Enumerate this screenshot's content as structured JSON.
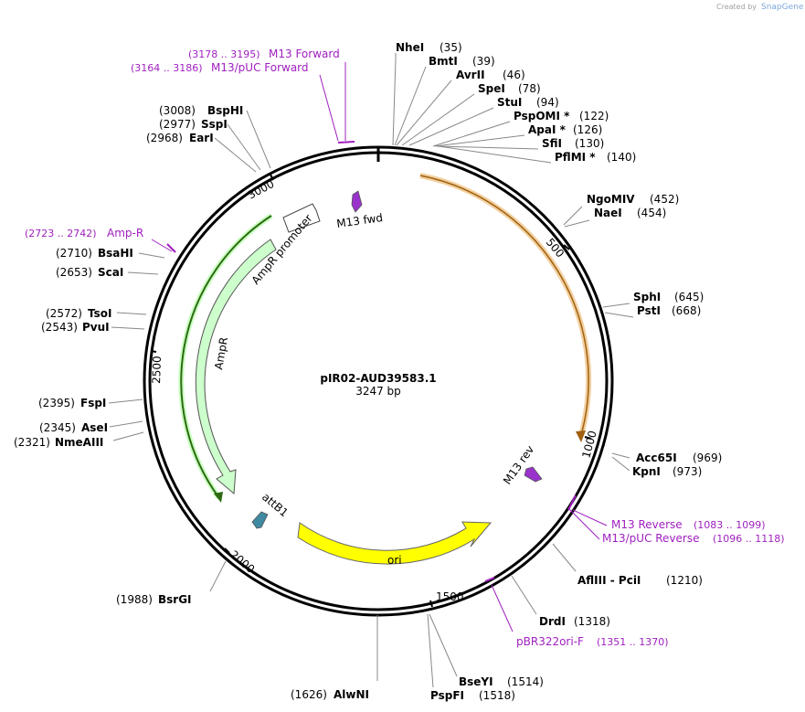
{
  "credit": {
    "created_by": "Created by",
    "brand": "SnapGene"
  },
  "plasmid": {
    "name": "pIR02-AUD39583.1",
    "length_label": "3247 bp",
    "length": 3247
  },
  "ticks": [
    {
      "label": "500",
      "pos": 500
    },
    {
      "label": "1000",
      "pos": 1000
    },
    {
      "label": "1500",
      "pos": 1500
    },
    {
      "label": "2000",
      "pos": 2000
    },
    {
      "label": "2500",
      "pos": 2500
    },
    {
      "label": "3000",
      "pos": 3000
    }
  ],
  "sites_right": [
    {
      "name": "NheI",
      "pos": "(35)",
      "bp": 35
    },
    {
      "name": "BmtI",
      "pos": "(39)",
      "bp": 39
    },
    {
      "name": "AvrII",
      "pos": "(46)",
      "bp": 46
    },
    {
      "name": "SpeI",
      "pos": "(78)",
      "bp": 78
    },
    {
      "name": "StuI",
      "pos": "(94)",
      "bp": 94
    },
    {
      "name": "PspOMI *",
      "pos": "(122)",
      "bp": 122
    },
    {
      "name": "ApaI *",
      "pos": "(126)",
      "bp": 126
    },
    {
      "name": "SfiI",
      "pos": "(130)",
      "bp": 130
    },
    {
      "name": "PflMI *",
      "pos": "(140)",
      "bp": 140
    },
    {
      "name": "NgoMIV",
      "pos": "(452)",
      "bp": 452
    },
    {
      "name": "NaeI",
      "pos": "(454)",
      "bp": 454
    },
    {
      "name": "SphI",
      "pos": "(645)",
      "bp": 645
    },
    {
      "name": "PstI",
      "pos": "(668)",
      "bp": 668
    },
    {
      "name": "Acc65I",
      "pos": "(969)",
      "bp": 969
    },
    {
      "name": "KpnI",
      "pos": "(973)",
      "bp": 973
    },
    {
      "name": "AflIII - PciI",
      "pos": "(1210)",
      "bp": 1210
    },
    {
      "name": "DrdI",
      "pos": "(1318)",
      "bp": 1318
    },
    {
      "name": "BseYI",
      "pos": "(1514)",
      "bp": 1514
    },
    {
      "name": "PspFI",
      "pos": "(1518)",
      "bp": 1518
    }
  ],
  "sites_left": [
    {
      "name": "BspHI",
      "pos": "(3008)",
      "bp": 3008
    },
    {
      "name": "SspI",
      "pos": "(2977)",
      "bp": 2977
    },
    {
      "name": "EarI",
      "pos": "(2968)",
      "bp": 2968
    },
    {
      "name": "BsaHI",
      "pos": "(2710)",
      "bp": 2710
    },
    {
      "name": "ScaI",
      "pos": "(2653)",
      "bp": 2653
    },
    {
      "name": "TsoI",
      "pos": "(2572)",
      "bp": 2572
    },
    {
      "name": "PvuI",
      "pos": "(2543)",
      "bp": 2543
    },
    {
      "name": "FspI",
      "pos": "(2395)",
      "bp": 2395
    },
    {
      "name": "AseI",
      "pos": "(2345)",
      "bp": 2345
    },
    {
      "name": "NmeAIII",
      "pos": "(2321)",
      "bp": 2321
    },
    {
      "name": "BsrGI",
      "pos": "(1988)",
      "bp": 1988
    },
    {
      "name": "AlwNI",
      "pos": "(1626)",
      "bp": 1626
    }
  ],
  "primers": [
    {
      "name": "M13 Forward",
      "pos": "(3178 .. 3195)",
      "bp": 3186
    },
    {
      "name": "M13/pUC Forward",
      "pos": "(3164 .. 3186)",
      "bp": 3175
    },
    {
      "name": "Amp-R",
      "pos": "(2723 .. 2742)",
      "bp": 2732
    },
    {
      "name": "M13 Reverse",
      "pos": "(1083 .. 1099)",
      "bp": 1091
    },
    {
      "name": "M13/pUC Reverse",
      "pos": "(1096 .. 1118)",
      "bp": 1107
    },
    {
      "name": "pBR322ori-F",
      "pos": "(1351 .. 1370)",
      "bp": 1360
    }
  ],
  "features": [
    {
      "name": "AmpR",
      "color": "#ccffcc",
      "start": 2980,
      "end": 2120
    },
    {
      "name": "AmpR promoter",
      "color": "#ffffff",
      "start": 3100,
      "end": 2990
    },
    {
      "name": "ori",
      "color": "#ffff00",
      "start": 1870,
      "end": 1320
    },
    {
      "name": "M13 fwd",
      "color": "#9933cc",
      "bp": 3200
    },
    {
      "name": "M13 rev",
      "color": "#9933cc",
      "bp": 1070
    },
    {
      "name": "attB1",
      "color": "#3f8aa0",
      "bp": 2020
    }
  ],
  "colors": {
    "backbone": "#000000",
    "insert_arc": "#e0a040",
    "primer": "#a020c0",
    "ampr_line": "#4a7a2a"
  }
}
